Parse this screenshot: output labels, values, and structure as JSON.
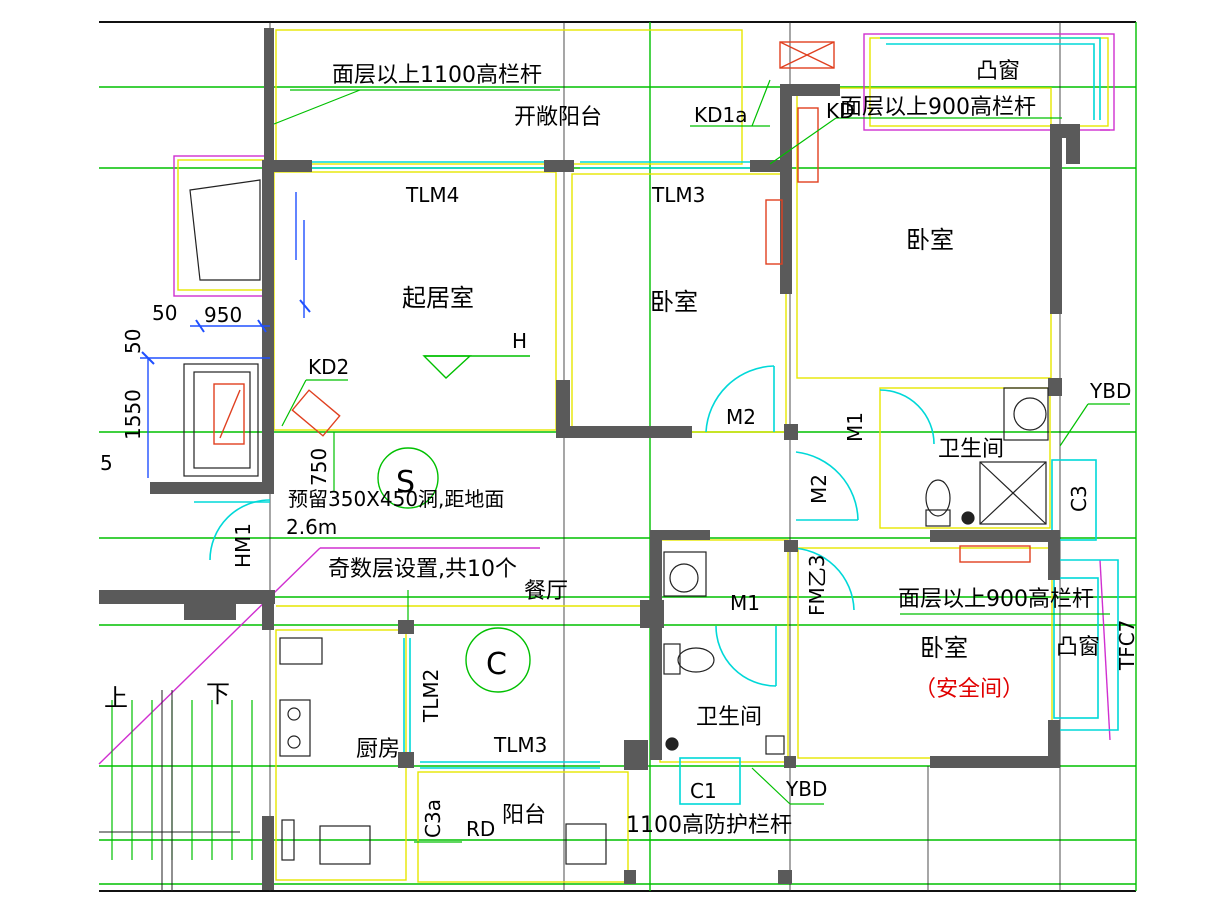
{
  "labels": {
    "rail_1100_top": "面层以上1100高栏杆",
    "open_balcony": "开敞阳台",
    "kd1a": "KD1a",
    "kd_right": "KD",
    "bay_window_top": "凸窗",
    "rail_900_top": "面层以上900高栏杆",
    "tlm4": "TLM4",
    "tlm3_top": "TLM3",
    "bedroom_ne": "卧室",
    "living_room": "起居室",
    "bedroom_mid": "卧室",
    "dim_50a": "50",
    "dim_950": "950",
    "dim_50b": "50",
    "h_mark": "H",
    "kd2": "KD2",
    "ybd_top": "YBD",
    "dim_1550": "1550",
    "dim_5": "5",
    "m2_a": "M2",
    "m1_vertical": "M1",
    "bathroom_ne": "卫生间",
    "s_circle": "S",
    "dim_750": "750",
    "reserved_hole_1": "预留350X450洞,距地面",
    "reserved_hole_2": "2.6m",
    "m2_b": "M2",
    "c3": "C3",
    "hm1": "HM1",
    "odd_floor_note": "奇数层设置,共10个",
    "dining_room": "餐厅",
    "m1_b": "M1",
    "fm_z3": "FM乙3",
    "rail_900_bottom": "面层以上900高栏杆",
    "bay_window_side": "凸窗",
    "tfc7": "TFC7",
    "stair_up": "上",
    "stair_down": "下",
    "c_circle": "C",
    "bedroom_se": "卧室",
    "safe_room": "（安全间）",
    "tlm2": "TLM2",
    "bathroom_s": "卫生间",
    "kitchen": "厨房",
    "tlm3_bottom": "TLM3",
    "c1": "C1",
    "ybd_bottom": "YBD",
    "c3a": "C3a",
    "rd": "RD",
    "balcony": "阳台",
    "rail_1100_bottom": "1100高防护栏杆"
  },
  "colors": {
    "wall": "#5a5a5a",
    "axis": "#00c000",
    "outline": "#e6e600",
    "window": "#00d8d8",
    "magenta": "#d030d0",
    "fixture": "#e04020",
    "blue": "#2050ff",
    "note": "#e00000"
  }
}
